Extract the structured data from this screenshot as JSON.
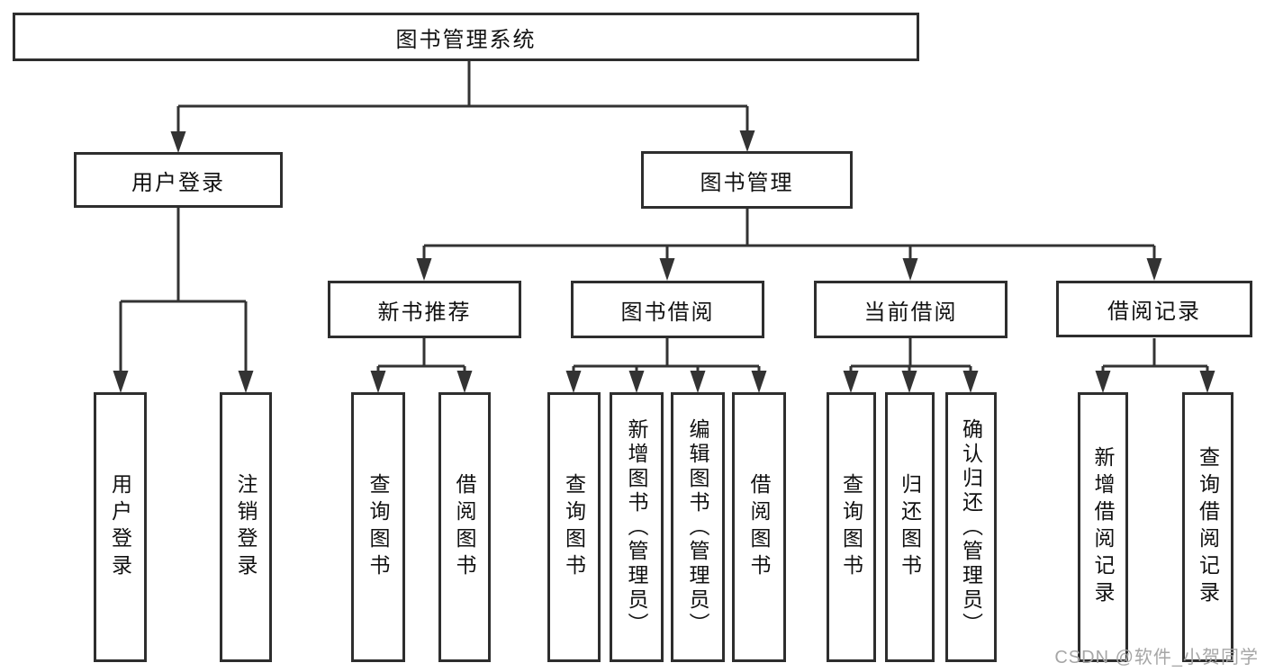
{
  "nodes": {
    "root": "图书管理系统",
    "user_login": "用户登录",
    "book_mgmt": "图书管理",
    "new_book_rec": "新书推荐",
    "book_borrow": "图书借阅",
    "current_borrow": "当前借阅",
    "borrow_record": "借阅记录"
  },
  "leaves": {
    "user_login": [
      "用户登录",
      "注销登录"
    ],
    "new_book_rec": [
      "查询图书",
      "借阅图书"
    ],
    "book_borrow": [
      "查询图书",
      "新增图书（管理员）",
      "编辑图书（管理员）",
      "借阅图书"
    ],
    "current_borrow": [
      "查询图书",
      "归还图书",
      "确认归还（管理员）"
    ],
    "borrow_record": [
      "新增借阅记录",
      "查询借阅记录"
    ]
  },
  "watermark": "CSDN @软件_小贺同学",
  "colors": {
    "line": "#333333",
    "box_border": "#2e2e2e",
    "box_fill": "#ffffff",
    "text": "#111111",
    "watermark": "#a6a6a6",
    "background": "#ffffff"
  }
}
